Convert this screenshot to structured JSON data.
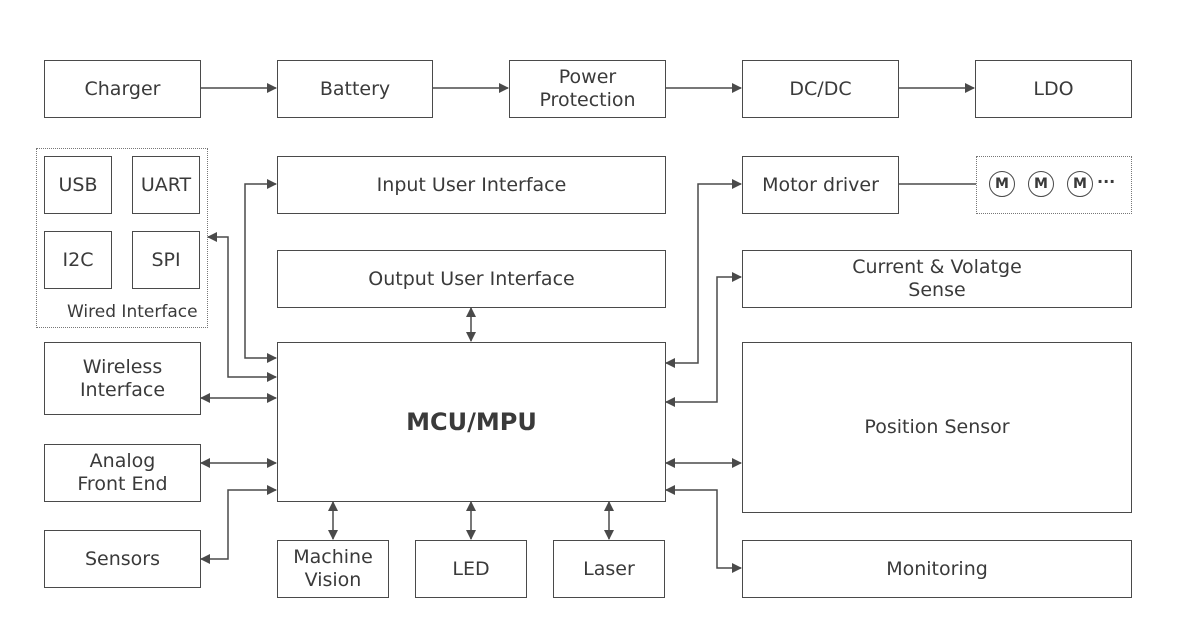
{
  "power_chain": {
    "charger": "Charger",
    "battery": "Battery",
    "power_protection": "Power\nProtection",
    "dcdc": "DC/DC",
    "ldo": "LDO"
  },
  "wired_interface": {
    "group_label": "Wired Interface",
    "usb": "USB",
    "uart": "UART",
    "i2c": "I2C",
    "spi": "SPI"
  },
  "left_blocks": {
    "wireless": "Wireless\nInterface",
    "afe": "Analog\nFront End",
    "sensors": "Sensors"
  },
  "center_blocks": {
    "input_ui": "Input User Interface",
    "output_ui": "Output User Interface",
    "mcu": "MCU/MPU"
  },
  "bottom_blocks": {
    "machine_vision": "Machine\nVision",
    "led": "LED",
    "laser": "Laser"
  },
  "right_blocks": {
    "motor_driver": "Motor driver",
    "current_sense": "Current & Volatge\nSense",
    "position_sensor": "Position Sensor",
    "monitoring": "Monitoring"
  },
  "motors": {
    "motor_symbol": "M",
    "ellipsis": "···"
  }
}
